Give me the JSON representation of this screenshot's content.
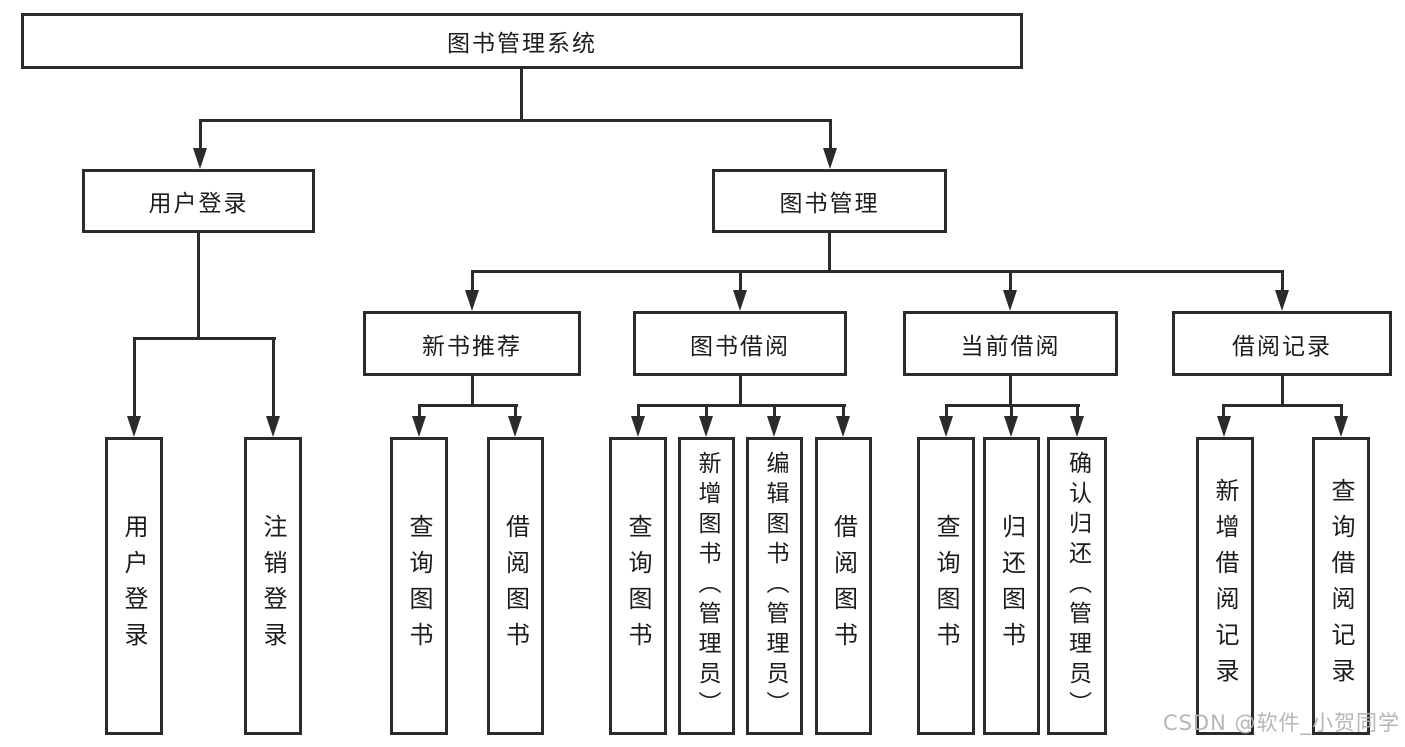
{
  "watermark": {
    "text": "CSDN @软件_小贺同学"
  },
  "colors": {
    "line": "#2b2b2b",
    "text": "#1c1c1c",
    "background": "#ffffff",
    "watermark": "#b2b2b2"
  },
  "diagram": {
    "root": {
      "label": "图书管理系统",
      "children": [
        {
          "label": "用户登录",
          "children": [
            {
              "label": "用户登录"
            },
            {
              "label": "注销登录"
            }
          ]
        },
        {
          "label": "图书管理",
          "children": [
            {
              "label": "新书推荐",
              "children": [
                {
                  "label": "查询图书"
                },
                {
                  "label": "借阅图书"
                }
              ]
            },
            {
              "label": "图书借阅",
              "children": [
                {
                  "label": "查询图书"
                },
                {
                  "label": "新增图书（管理员）"
                },
                {
                  "label": "编辑图书（管理员）"
                },
                {
                  "label": "借阅图书"
                }
              ]
            },
            {
              "label": "当前借阅",
              "children": [
                {
                  "label": "查询图书"
                },
                {
                  "label": "归还图书"
                },
                {
                  "label": "确认归还（管理员）"
                }
              ]
            },
            {
              "label": "借阅记录",
              "children": [
                {
                  "label": "新增借阅记录"
                },
                {
                  "label": "查询借阅记录"
                }
              ]
            }
          ]
        }
      ]
    }
  }
}
